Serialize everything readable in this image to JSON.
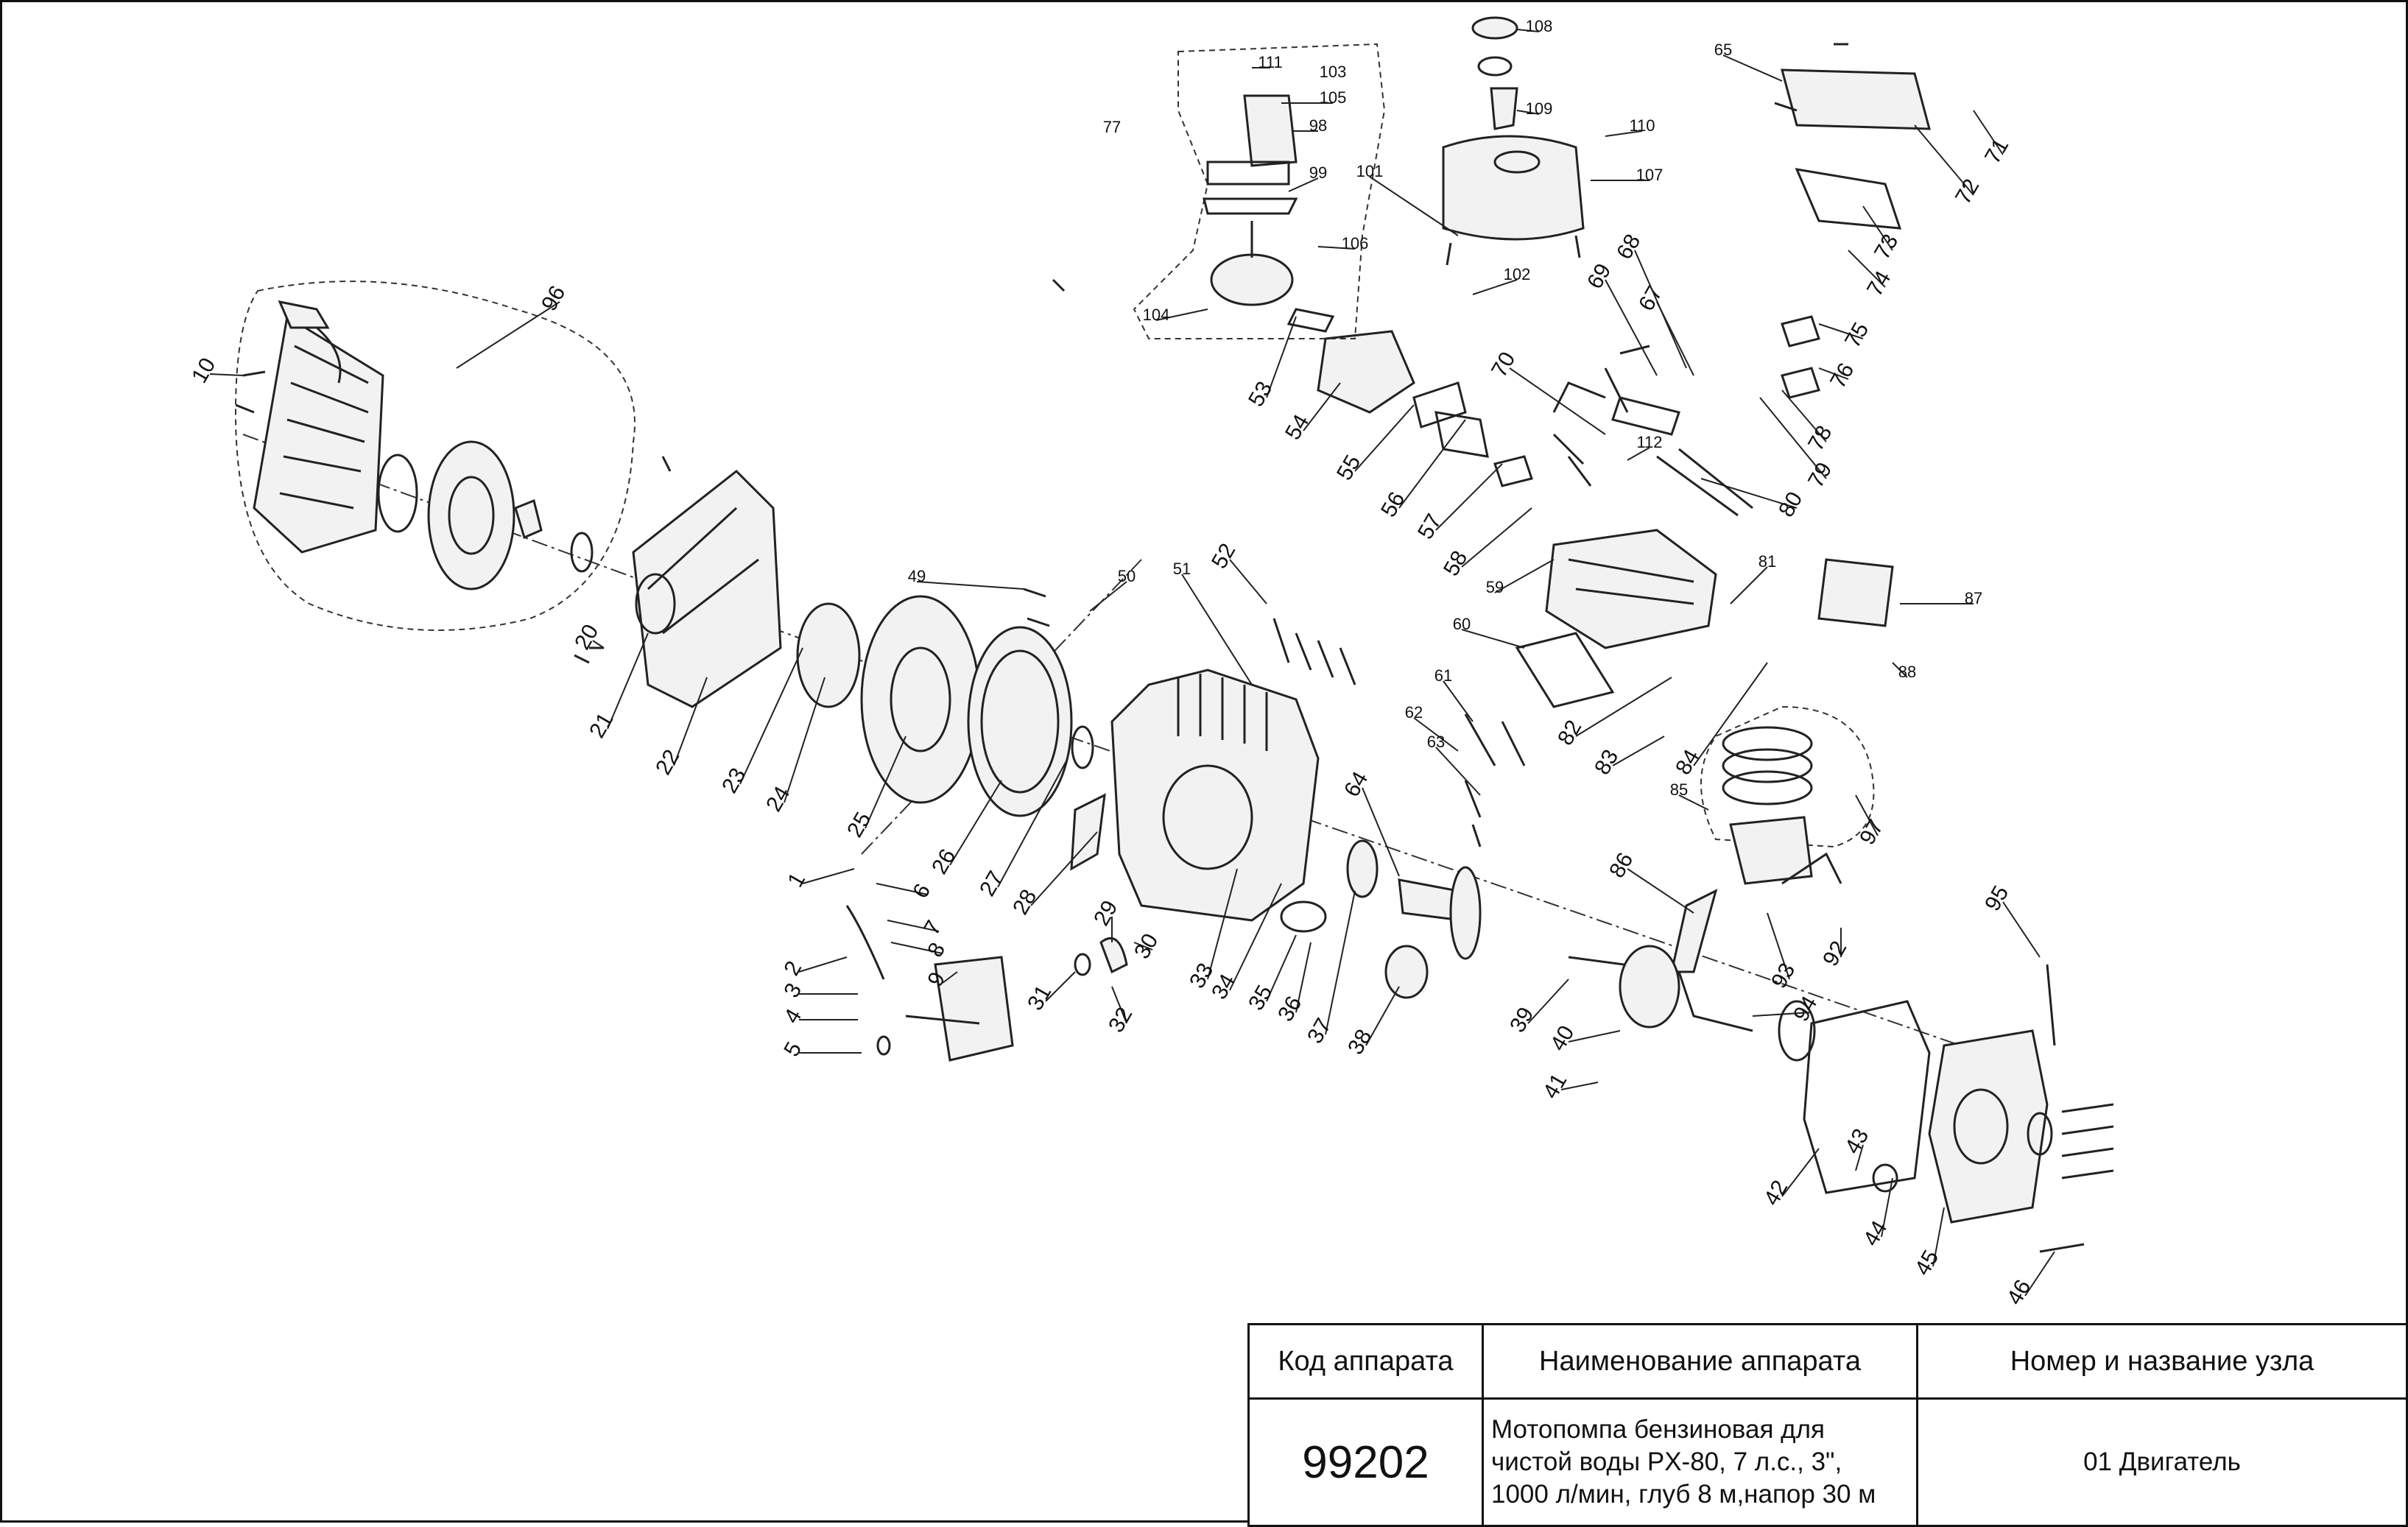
{
  "callouts": [
    "1",
    "2",
    "3",
    "4",
    "5",
    "6",
    "7",
    "8",
    "9",
    "10",
    "20",
    "21",
    "22",
    "23",
    "24",
    "25",
    "26",
    "27",
    "28",
    "29",
    "30",
    "31",
    "32",
    "33",
    "34",
    "35",
    "36",
    "37",
    "38",
    "39",
    "40",
    "41",
    "42",
    "43",
    "44",
    "45",
    "46",
    "49",
    "50",
    "51",
    "52",
    "53",
    "54",
    "55",
    "56",
    "57",
    "58",
    "59",
    "60",
    "61",
    "62",
    "63",
    "64",
    "65",
    "67",
    "68",
    "69",
    "70",
    "71",
    "72",
    "73",
    "74",
    "75",
    "76",
    "77",
    "78",
    "79",
    "80",
    "81",
    "82",
    "83",
    "84",
    "85",
    "86",
    "87",
    "88",
    "92",
    "93",
    "94",
    "95",
    "96",
    "97",
    "98",
    "99",
    "101",
    "102",
    "103",
    "104",
    "105",
    "106",
    "107",
    "108",
    "109",
    "110",
    "111",
    "112"
  ],
  "table": {
    "headers": {
      "code": "Код аппарата",
      "name": "Наименование аппарата",
      "unit": "Номер и название узла"
    },
    "code": "99202",
    "name_lines": [
      "Мотопомпа бензиновая для",
      "чистой воды PX-80, 7 л.с., 3\",",
      "1000 л/мин, глуб 8 м,напор 30 м"
    ],
    "unit": "01 Двигатель"
  }
}
